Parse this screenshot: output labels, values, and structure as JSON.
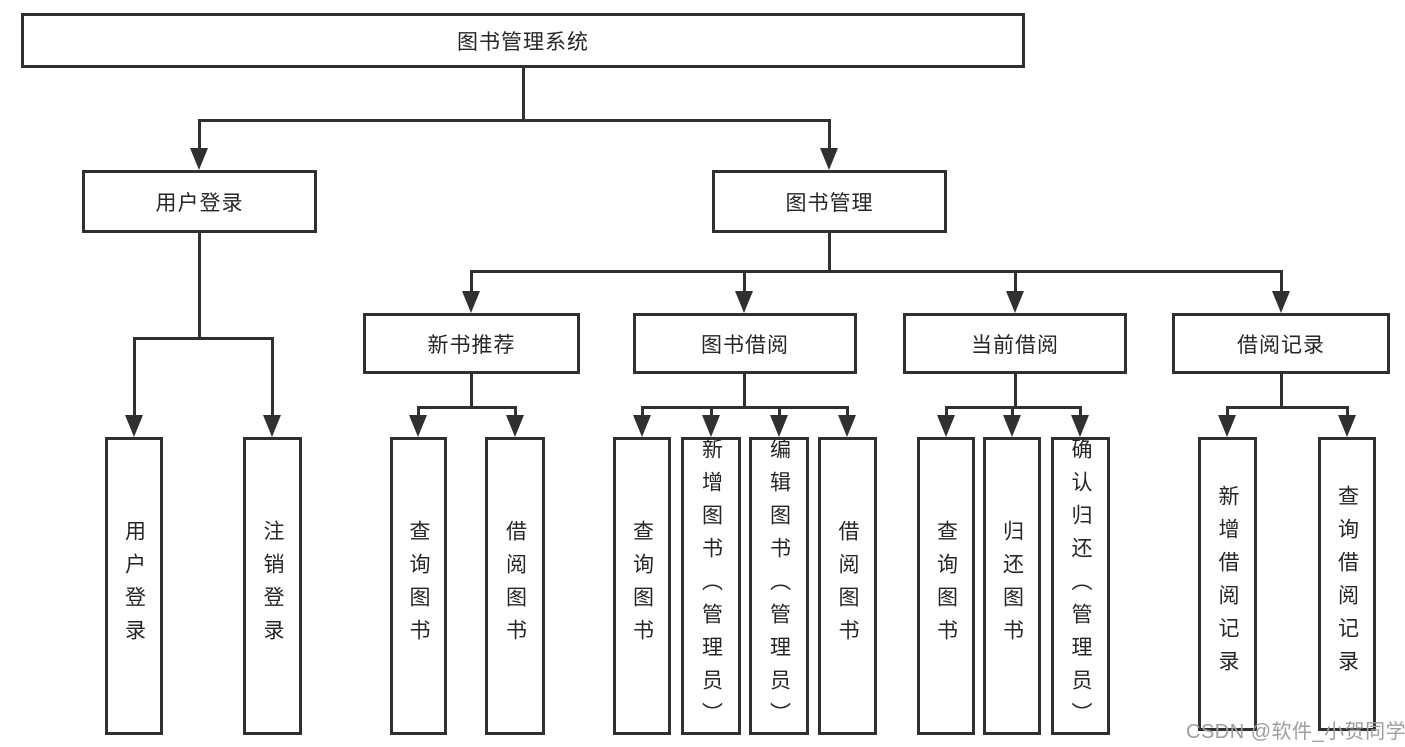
{
  "diagram": {
    "title": "图书管理系统",
    "type": "hierarchy-tree",
    "tree": {
      "root": {
        "label": "图书管理系统",
        "children": [
          {
            "label": "用户登录",
            "children": [
              {
                "label": "用户登录"
              },
              {
                "label": "注销登录"
              }
            ]
          },
          {
            "label": "图书管理",
            "children": [
              {
                "label": "新书推荐",
                "children": [
                  {
                    "label": "查询图书"
                  },
                  {
                    "label": "借阅图书"
                  }
                ]
              },
              {
                "label": "图书借阅",
                "children": [
                  {
                    "label": "查询图书"
                  },
                  {
                    "label": "新增图书（管理员）"
                  },
                  {
                    "label": "编辑图书（管理员）"
                  },
                  {
                    "label": "借阅图书"
                  }
                ]
              },
              {
                "label": "当前借阅",
                "children": [
                  {
                    "label": "查询图书"
                  },
                  {
                    "label": "归还图书"
                  },
                  {
                    "label": "确认归还（管理员）"
                  }
                ]
              },
              {
                "label": "借阅记录",
                "children": [
                  {
                    "label": "新增借阅记录"
                  },
                  {
                    "label": "查询借阅记录"
                  }
                ]
              }
            ]
          }
        ]
      }
    },
    "watermark": "CSDN @软件_小贺同学",
    "colors": {
      "line": "#303030",
      "text": "#262626",
      "background": "#ffffff",
      "watermark": "#9e9e9e"
    }
  }
}
